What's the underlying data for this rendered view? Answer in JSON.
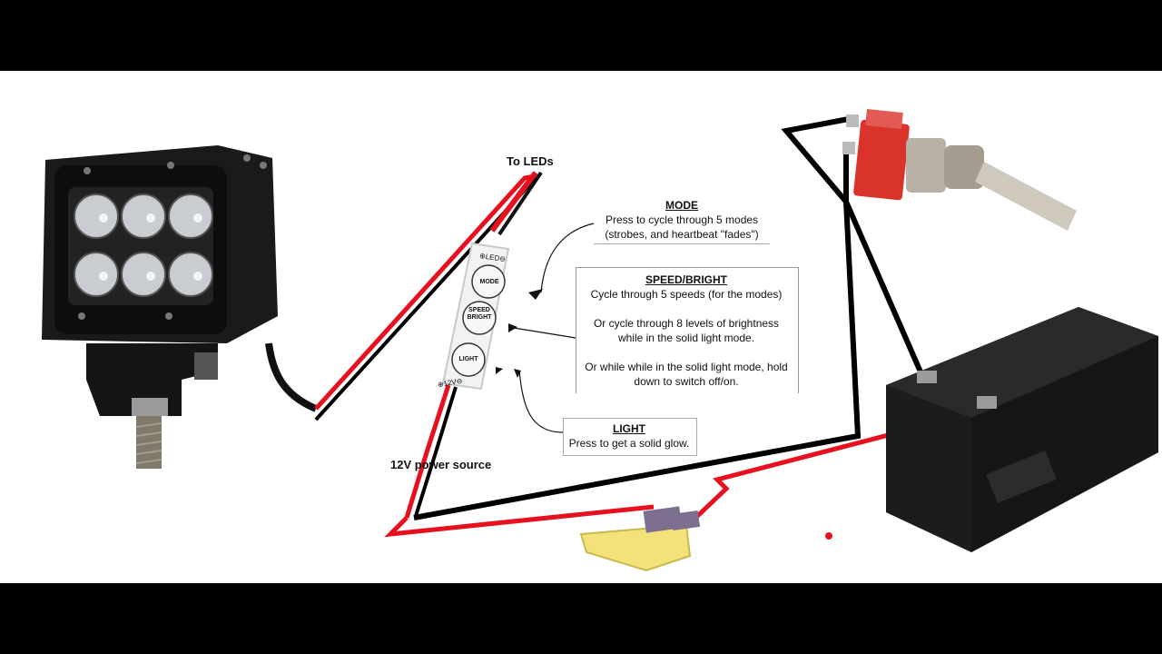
{
  "labels": {
    "to_leds": "To LEDs",
    "power_source": "12V power source",
    "mode": {
      "title": "MODE",
      "line1": "Press to cycle through 5 modes",
      "line2": "(strobes, and heartbeat \"fades\")"
    },
    "speed": {
      "title": "SPEED/BRIGHT",
      "line1": "Cycle through 5 speeds (for the modes)",
      "line2a": "Or cycle through 8 levels of brightness",
      "line2b": "while in the solid light mode.",
      "line3a": "Or while while in the solid light mode, hold",
      "line3b": "down to switch off/on."
    },
    "light": {
      "title": "LIGHT",
      "line1": "Press to get a solid glow."
    }
  },
  "controller": {
    "button_mode": "MODE",
    "button_speed_1": "SPEED",
    "button_speed_2": "BRIGHT",
    "button_light": "LIGHT",
    "top_text": "⊕LED⊖",
    "bottom_text": "⊕12V⊖"
  },
  "colors": {
    "red_wire": "#e8101e",
    "black_wire": "#000000",
    "fuse": "#f3e27a",
    "switch_red": "#d9332c"
  }
}
